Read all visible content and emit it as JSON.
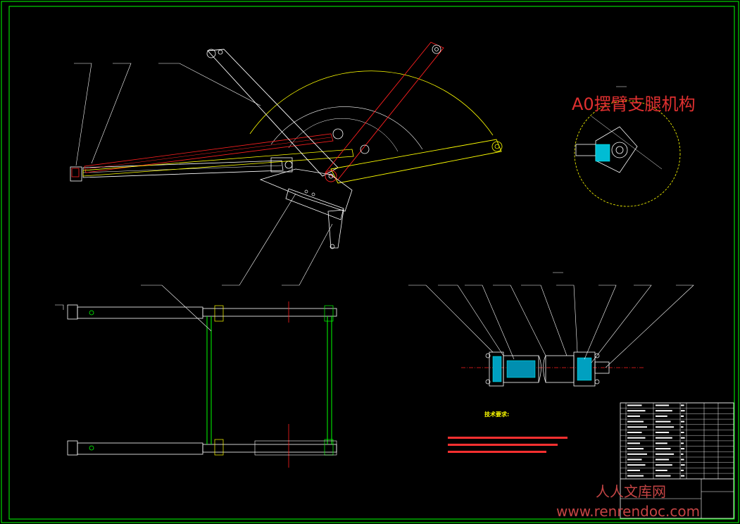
{
  "drawing": {
    "title": "A0摆臂支腿机构",
    "technical_requirements": {
      "heading": "技术要求:"
    },
    "watermark": {
      "line1": "人人文库网",
      "line2": "www.renrendoc.com"
    }
  },
  "colors": {
    "background": "#000000",
    "frame": "#00ff00",
    "lines": "#ffffff",
    "yellow": "#ffff00",
    "red": "#ff2020",
    "cyan": "#00ffff",
    "green": "#00ff00",
    "title": "#e03030"
  }
}
